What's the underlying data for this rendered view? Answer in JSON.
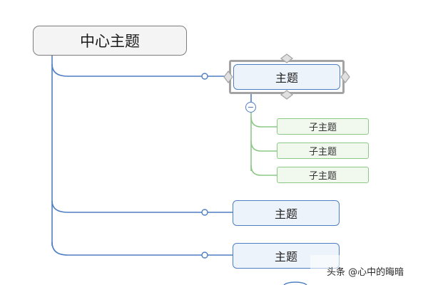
{
  "mindmap": {
    "central_topic": "中心主题",
    "topics": [
      {
        "label": "主题",
        "selected": true,
        "expanded": true,
        "subtopics": [
          "子主题",
          "子主题",
          "子主题"
        ]
      },
      {
        "label": "主题",
        "selected": false
      },
      {
        "label": "主题",
        "selected": false
      }
    ]
  },
  "colors": {
    "main_branch": "#4f7fc3",
    "sub_branch": "#8cc886",
    "selection": "#a3a3a3",
    "topic_fill": "#edf3fb",
    "subtopic_fill": "#f1f9ef",
    "central_fill": "#f4f4f4"
  },
  "icons": {
    "collapse": "minus-circle-icon",
    "connector": "circle-dot-icon",
    "resize_handle": "diamond-handle-icon"
  },
  "watermark": "头条 @心中的晦暗"
}
